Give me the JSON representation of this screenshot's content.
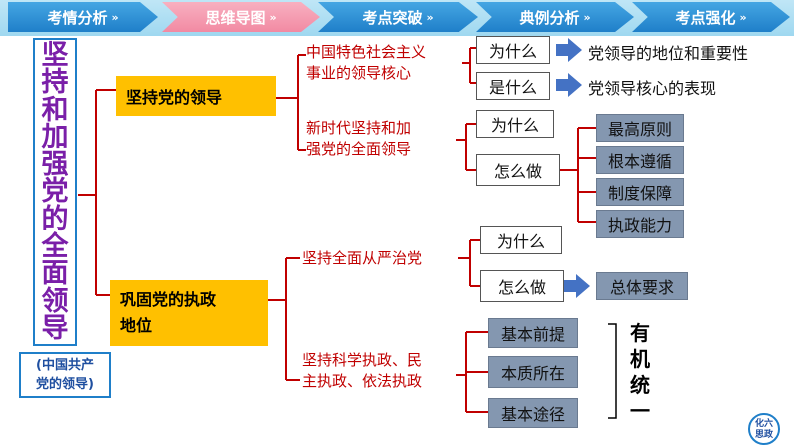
{
  "nav": {
    "tabs": [
      "考情分析",
      "思维导图",
      "考点突破",
      "典例分析",
      "考点强化"
    ],
    "active": "思维导图"
  },
  "title": {
    "chars": [
      "坚",
      "持",
      "和",
      "加",
      "强",
      "党",
      "的",
      "全",
      "面",
      "领",
      "导"
    ],
    "subtitle_line1": "(中国共产",
    "subtitle_line2": "党的领导)"
  },
  "branch1": {
    "label": "坚持党的领导",
    "sub1": {
      "line1": "中国特色社会主义",
      "line2": "事业的领导核心",
      "why": "为什么",
      "why_result": "党领导的地位和重要性",
      "what": "是什么",
      "what_result": "党领导核心的表现"
    },
    "sub2": {
      "line1": "新时代坚持和加",
      "line2": "强党的全面领导",
      "why": "为什么",
      "how": "怎么做",
      "how_items": [
        "最高原则",
        "根本遵循",
        "制度保障",
        "执政能力"
      ]
    }
  },
  "branch2": {
    "line1": "巩固党的执政",
    "line2": "地位",
    "sub1": {
      "label": "坚持全面从严治党",
      "why": "为什么",
      "how": "怎么做",
      "how_result": "总体要求"
    },
    "sub2": {
      "line1": "坚持科学执政、民",
      "line2": "主执政、依法执政",
      "items": [
        "基本前提",
        "本质所在",
        "基本途径"
      ],
      "unity": [
        "有",
        "机",
        "统",
        "一"
      ]
    }
  },
  "logo": {
    "line1": "化六",
    "line2": "思政"
  },
  "colors": {
    "tab_blue": "#1f7fc9",
    "tab_active": "#f28aa3",
    "highlight": "#ffc000",
    "branch_line": "#c00000",
    "item_gray": "#8497b0",
    "arrow": "#4472c4"
  }
}
